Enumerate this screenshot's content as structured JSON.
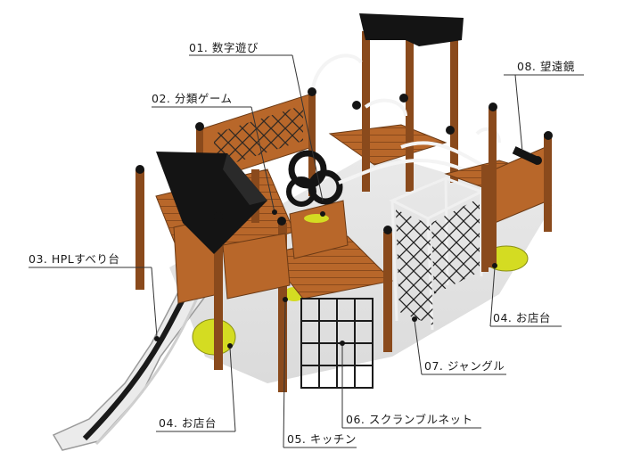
{
  "labels": {
    "l01": "01. 数字遊び",
    "l02": "02. 分類ゲーム",
    "l03": "03. HPLすべり台",
    "l04a": "04. お店台",
    "l04b": "04. お店台",
    "l05": "05. キッチン",
    "l06": "06. スクランブルネット",
    "l07": "07. ジャングル",
    "l08": "08. 望遠鏡"
  },
  "colors": {
    "wood": "#b8672a",
    "wood_dark": "#8a4a1c",
    "roof": "#141414",
    "slide": "#e6e6e6",
    "yellow": "#d4dc22",
    "rope": "#1b1b1b",
    "steel": "#f2f2f2"
  }
}
